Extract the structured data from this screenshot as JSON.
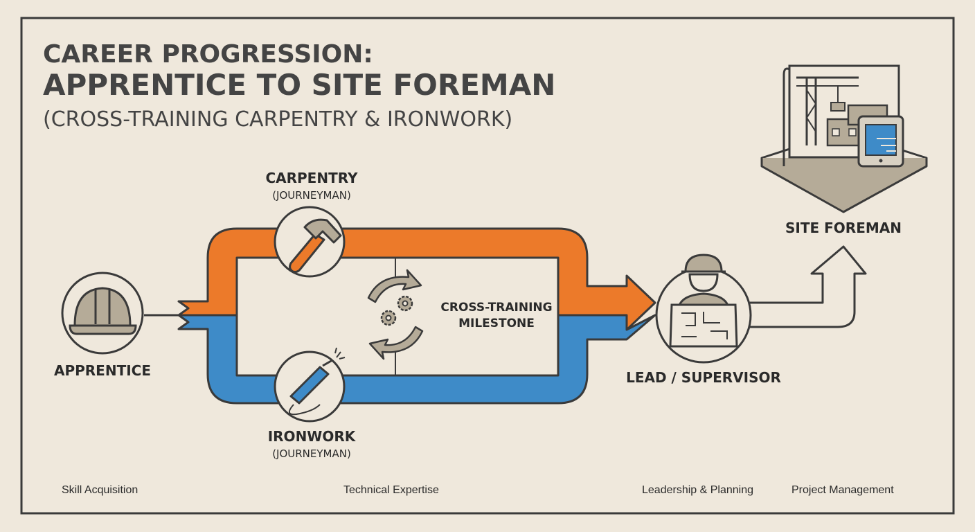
{
  "title": {
    "line1": "CAREER PROGRESSION:",
    "line2": "APPRENTICE TO SITE FOREMAN",
    "line3": "(CROSS-TRAINING CARPENTRY & IRONWORK)"
  },
  "nodes": {
    "apprentice": {
      "label": "APPRENTICE",
      "icon": "hard-hat-icon"
    },
    "carpentry": {
      "label": "CARPENTRY",
      "sublabel": "(JOURNEYMAN)",
      "icon": "hammer-icon"
    },
    "ironwork": {
      "label": "IRONWORK",
      "sublabel": "(JOURNEYMAN)",
      "icon": "welding-torch-icon"
    },
    "milestone": {
      "label_line1": "CROSS-TRAINING",
      "label_line2": "MILESTONE",
      "icon": "gears-cycle-icon"
    },
    "lead": {
      "label": "LEAD / SUPERVISOR",
      "icon": "supervisor-blueprint-icon"
    },
    "foreman": {
      "label": "SITE FOREMAN",
      "icon": "site-plan-tablet-icon"
    }
  },
  "stages": [
    "Skill Acquisition",
    "Technical Expertise",
    "Leadership & Planning",
    "Project Management"
  ],
  "colors": {
    "background": "#efe8dc",
    "carpentry_path": "#ec7a2a",
    "ironwork_path": "#3e8bc8",
    "line": "#3a3a3a",
    "icon_fill": "#b5ab98"
  }
}
